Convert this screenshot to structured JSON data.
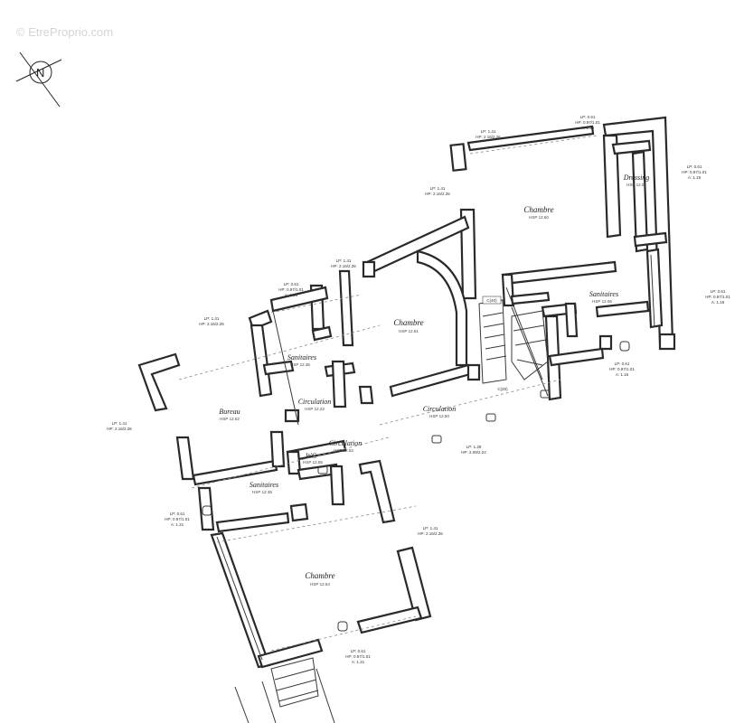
{
  "watermark": "© EtreProprio.com",
  "compass": {
    "label": "N"
  },
  "rooms": {
    "chambre_top_right": {
      "name": "Chambre",
      "meta": "HSP 12.60"
    },
    "dressing": {
      "name": "Dressing",
      "meta": "HSP 12.06"
    },
    "sanitaires_right": {
      "name": "Sanitaires",
      "meta": "HSP 12.06"
    },
    "chambre_center": {
      "name": "Chambre",
      "meta": "HSP 12.61"
    },
    "sanitaires_top_left": {
      "name": "Sanitaires",
      "meta": "HSP 12.35"
    },
    "circulation_upper": {
      "name": "Circulation",
      "meta": "HSP 12.22"
    },
    "bureau": {
      "name": "Bureau",
      "meta": "HSP 12.62"
    },
    "circulation_center": {
      "name": "Circulation",
      "meta": "HSP 12.50"
    },
    "circulation_lower": {
      "name": "Circulation",
      "meta": "HSP 12.52"
    },
    "wc": {
      "name": "WC",
      "meta": "HSP 12.55"
    },
    "sanitaires_lower": {
      "name": "Sanitaires",
      "meta": "HSP 12.35"
    },
    "chambre_bottom": {
      "name": "Chambre",
      "meta": "HSP 12.54"
    }
  },
  "stair_labels": {
    "upper": "C(40)",
    "lower": "C(20)"
  },
  "annotations": [
    {
      "l1": "LP: 1.41",
      "l2": "HP: 2.16/2.26"
    },
    {
      "l1": "LP: 0.61",
      "l2": "HP: 0.97/1.01",
      "l3": "A: 1.19"
    },
    {
      "l1": "LP: 0.61",
      "l2": "HP: 0.97/1.01",
      "l3": "A: 1.19"
    },
    {
      "l1": "LP: 1.41",
      "l2": "HP: 2.16/2.26"
    },
    {
      "l1": "LP: 1.41",
      "l2": "HP: 2.16/2.26"
    },
    {
      "l1": "LP: 0.61",
      "l2": "HP: 0.97/1.01",
      "l3": "A: 1.18"
    },
    {
      "l1": "LP: 0.61",
      "l2": "HP: 0.97/1.01",
      "l3": "A: 1.13"
    },
    {
      "l1": "LP: 1.41",
      "l2": "HP: 2.16/2.26"
    },
    {
      "l1": "LP: 0.61",
      "l2": "HP: 0.97/1.01",
      "l3": "A: 1.16"
    },
    {
      "l1": "LP: 1.41",
      "l2": "HP: 2.16/2.26"
    },
    {
      "l1": "LP: 1.28",
      "l2": "HP: 2.09/2.24"
    },
    {
      "l1": "LP: 0.61",
      "l2": "HP: 0.97/1.01",
      "l3": "A: 1.21"
    },
    {
      "l1": "LP: 1.41",
      "l2": "HP: 2.16/2.26"
    },
    {
      "l1": "LP: 0.61",
      "l2": "HP: 0.97/1.01",
      "l3": "A: 1.21"
    }
  ]
}
